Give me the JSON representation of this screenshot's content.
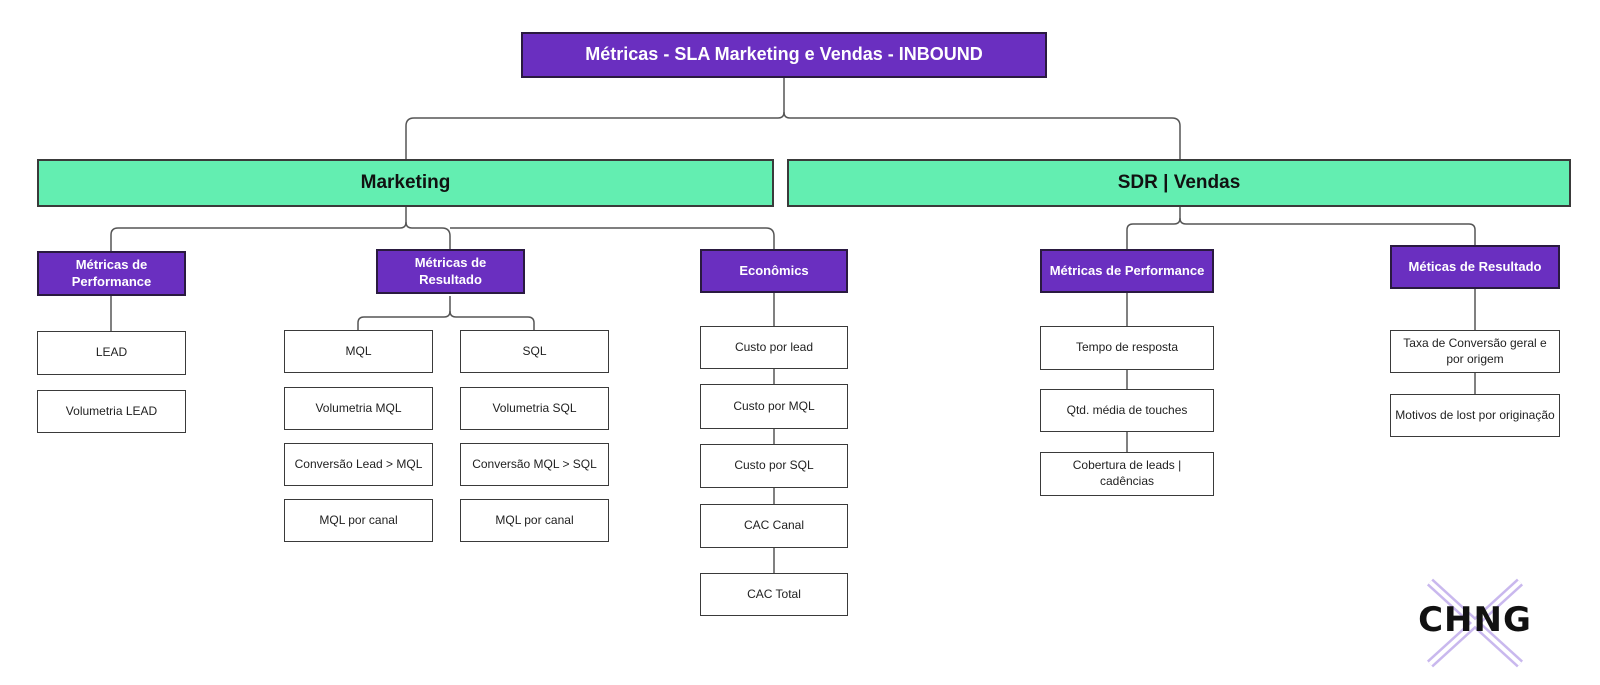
{
  "title": "Métricas - SLA Marketing e Vendas - INBOUND",
  "sections": {
    "marketing": "Marketing",
    "sdr": "SDR | Vendas"
  },
  "categories": {
    "mkt_performance": "Métricas de Performance",
    "mkt_resultado": "Métricas de Resultado",
    "economics": "Econômics",
    "sdr_performance": "Métricas de Performance",
    "sdr_resultado": "Méticas de Resultado"
  },
  "mkt_performance_items": [
    "LEAD",
    "Volumetria LEAD"
  ],
  "mql_items": [
    "MQL",
    "Volumetria MQL",
    "Conversão Lead > MQL",
    "MQL por canal"
  ],
  "sql_items": [
    "SQL",
    "Volumetria SQL",
    "Conversão MQL > SQL",
    "MQL por canal"
  ],
  "economics_items": [
    "Custo por lead",
    "Custo por MQL",
    "Custo por SQL",
    "CAC Canal",
    "CAC Total"
  ],
  "sdr_performance_items": [
    "Tempo de resposta",
    "Qtd. média de touches",
    "Cobertura de leads | cadências"
  ],
  "sdr_resultado_items": [
    "Taxa de Conversão geral e por origem",
    "Motivos de lost por originação"
  ],
  "logo": {
    "text": "CHNG",
    "accent": "#c9b8ee"
  },
  "colors": {
    "purple": "#6a2fc0",
    "green": "#63eeb1",
    "line": "#555555"
  }
}
